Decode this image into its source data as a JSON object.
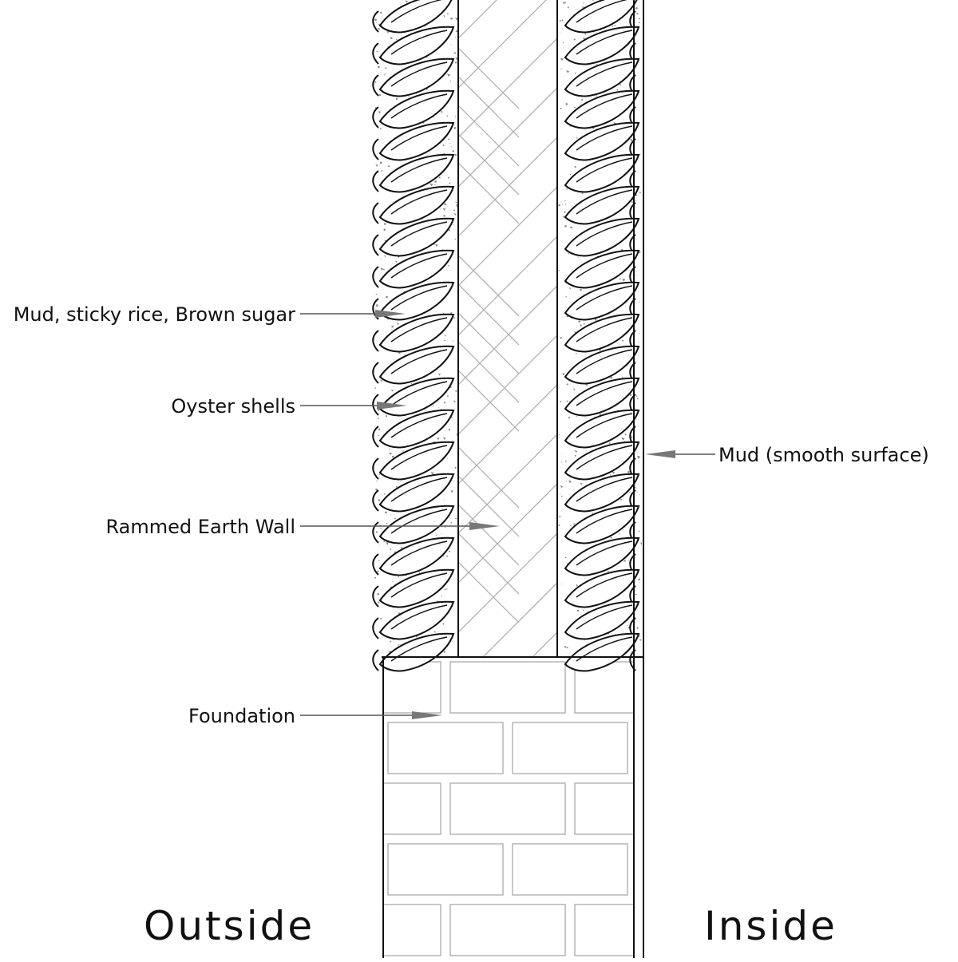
{
  "diagram": {
    "labels": {
      "mud_mix": "Mud, sticky rice, Brown sugar",
      "oyster_shells": "Oyster shells",
      "rammed_earth": "Rammed Earth Wall",
      "foundation": "Foundation",
      "mud_surface": "Mud (smooth surface)"
    },
    "sides": {
      "outside": "Outside",
      "inside": "Inside"
    }
  },
  "colors": {
    "line": "#111111",
    "hatch": "#b0b0b0",
    "mortar_speckle": "#8a8a8a",
    "leader": "#555555",
    "arrowhead": "#777777"
  }
}
